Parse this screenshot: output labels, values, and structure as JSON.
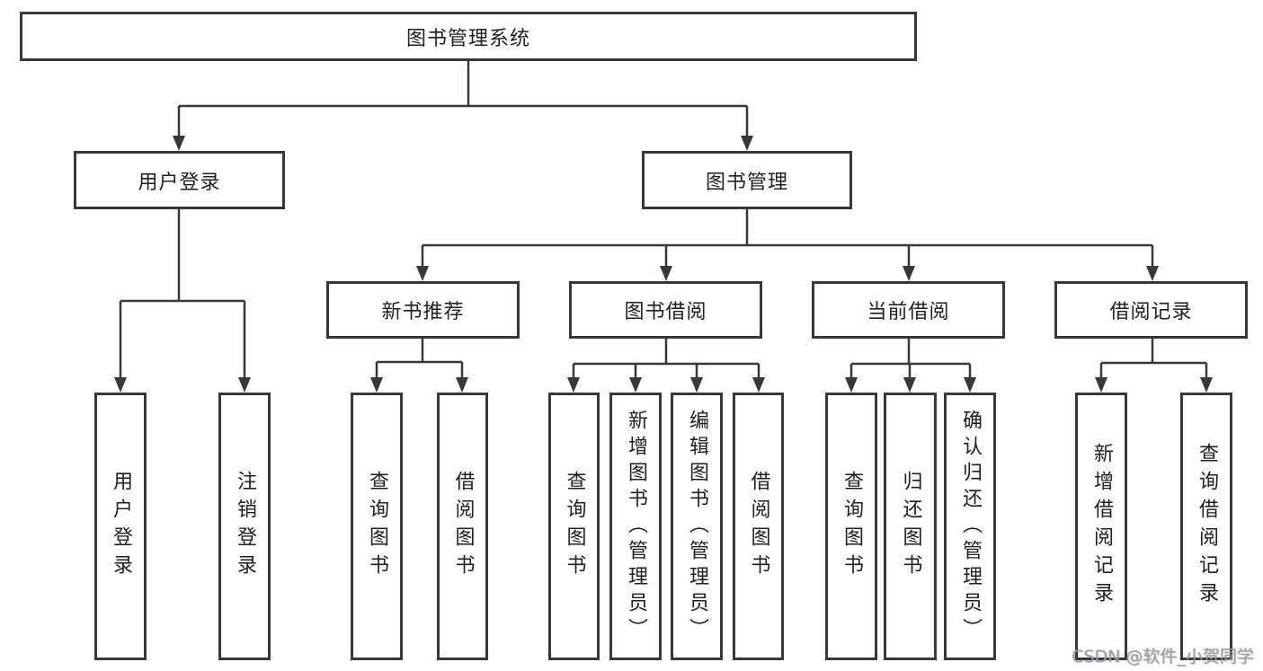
{
  "diagram": {
    "root": "图书管理系统",
    "level2": {
      "user_login_group": "用户登录",
      "book_management": "图书管理"
    },
    "level3": {
      "new_book_recommend": "新书推荐",
      "book_borrow": "图书借阅",
      "current_borrow": "当前借阅",
      "borrow_records": "借阅记录"
    },
    "leaves": {
      "user_login": "用户登录",
      "logout": "注销登录",
      "query_book_recommend": "查询图书",
      "borrow_book_recommend": "借阅图书",
      "query_book_borrow": "查询图书",
      "add_book_admin": "新增图书（管理员）",
      "edit_book_admin": "编辑图书（管理员）",
      "borrow_book_borrow": "借阅图书",
      "query_book_current": "查询图书",
      "return_book": "归还图书",
      "confirm_return_admin": "确认归还（管理员）",
      "add_borrow_record": "新增借阅记录",
      "query_borrow_record": "查询借阅记录"
    },
    "colors": {
      "line": "#383838",
      "text": "#1f1f1f",
      "watermark": "#9b9ba1"
    }
  },
  "watermark": "CSDN @软件_小贺同学"
}
